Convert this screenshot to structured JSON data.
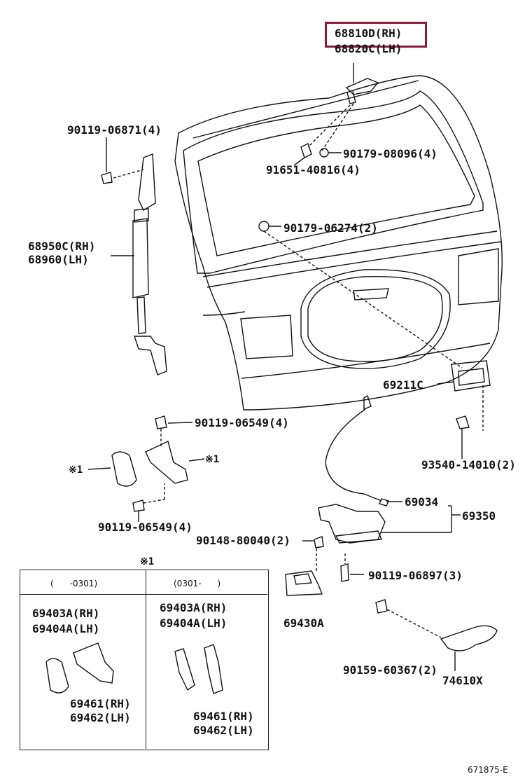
{
  "diagram_id": "671875-E",
  "highlight_label": "68810D(RH)",
  "parts": {
    "hinge_rh": "68810D(RH)",
    "hinge_lh": "68820C(LH)",
    "bolt_hinge_top": "90119-06871(4)",
    "nut_08096": "90179-08096(4)",
    "stud_40816": "91651-40816(4)",
    "nut_06274": "90179-06274(2)",
    "stay_rh": "68950C(RH)",
    "stay_lh": "68960(LH)",
    "handle": "69211C",
    "bolt_06549_top": "90119-06549(4)",
    "bolt_06549_bot": "90119-06549(4)",
    "screw_14010": "93540-14010(2)",
    "mark_left": "※1",
    "mark_right": "※1",
    "cable": "69034",
    "lock_assy": "69350",
    "bolt_80040": "90148-80040(2)",
    "bolt_06897": "90119-06897(3)",
    "striker": "69430A",
    "screw_60367": "90159-60367(2)",
    "pull_handle": "74610X"
  },
  "table": {
    "mark": "※1",
    "col1_header": "(      -0301)",
    "col2_header": "(0301-      )",
    "col1": {
      "l1": "69403A(RH)",
      "l2": "69404A(LH)",
      "l3": "69461(RH)",
      "l4": "69462(LH)"
    },
    "col2": {
      "l1": "69403A(RH)",
      "l2": "69404A(LH)",
      "l3": "69461(RH)",
      "l4": "69462(LH)"
    }
  }
}
